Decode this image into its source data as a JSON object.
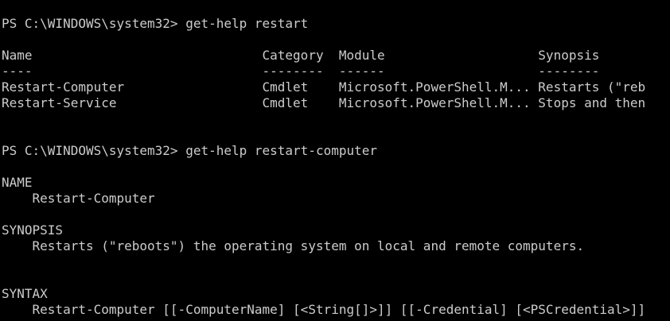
{
  "terminal": {
    "background": "#000000",
    "foreground": "#cccccc",
    "lines": [
      "PS C:\\WINDOWS\\system32> get-help restart",
      "",
      "Name                              Category  Module                    Synopsis",
      "----                              --------  ------                    --------",
      "Restart-Computer                  Cmdlet    Microsoft.PowerShell.M... Restarts (\"reb",
      "Restart-Service                   Cmdlet    Microsoft.PowerShell.M... Stops and then",
      "",
      "",
      "PS C:\\WINDOWS\\system32> get-help restart-computer",
      "",
      "NAME",
      "    Restart-Computer",
      "",
      "SYNOPSIS",
      "    Restarts (\"reboots\") the operating system on local and remote computers.",
      "",
      "",
      "SYNTAX",
      "    Restart-Computer [[-ComputerName] [<String[]>]] [[-Credential] [<PSCredential>]]"
    ]
  }
}
